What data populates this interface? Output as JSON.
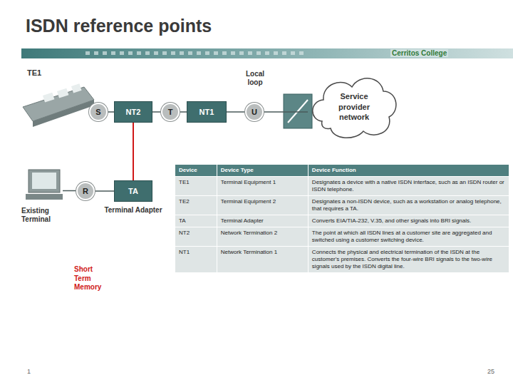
{
  "diagram": {
    "title": "ISDN reference points",
    "nodes": [
      {
        "text": [
          "TE1"
        ]
      },
      {
        "text": [
          "S"
        ]
      },
      {
        "text": [
          "NT2"
        ]
      },
      {
        "text": [
          "T"
        ]
      },
      {
        "text": [
          "NT1"
        ]
      },
      {
        "text": [
          "U"
        ]
      },
      {
        "text": [
          "Service provider network"
        ]
      },
      {
        "text": [
          "Existing Terminal"
        ]
      },
      {
        "text": [
          "R"
        ]
      },
      {
        "text": [
          "TA",
          "Terminal Adapter"
        ]
      }
    ],
    "edges": [
      {
        "from": 0,
        "to": 1,
        "arrow": "none"
      },
      {
        "from": 1,
        "to": 2,
        "arrow": "none"
      },
      {
        "from": 2,
        "to": 3,
        "arrow": "none"
      },
      {
        "from": 3,
        "to": 4,
        "arrow": "none"
      },
      {
        "from": 4,
        "to": 5,
        "arrow": "none"
      },
      {
        "from": 5,
        "to": 6,
        "arrow": "none"
      },
      {
        "from": 2,
        "to": 9,
        "arrow": "none"
      },
      {
        "from": 7,
        "to": 8,
        "arrow": "none"
      },
      {
        "from": 8,
        "to": 9,
        "arrow": "none"
      }
    ],
    "labels": [
      "Local loop",
      "Cerritos College",
      "Short Term Memory",
      "Device",
      "Device Type",
      "Device Function",
      "TE1",
      "Terminal Equipment 1",
      "Designates a device with a native ISDN interface, such as an ISDN router or ISDN telephone.",
      "TE2",
      "Terminal Equipment 2",
      "Designates a non-ISDN device, such as a workstation or analog telephone, that requires a TA.",
      "TA",
      "Terminal Adapter",
      "Converts EIA/TIA-232, V.35, and other signals into BRI signals.",
      "NT2",
      "Network Termination 2",
      "The point at which all ISDN lines at a customer site are aggregated and switched using a customer switching device.",
      "NT1",
      "Network Termination 1",
      "Connects the physical and electrical termination of the ISDN at the customer's premises. Converts the four-wire BRI signals to the two-wire signals used by the ISDN digital line.",
      "1",
      "25"
    ]
  }
}
